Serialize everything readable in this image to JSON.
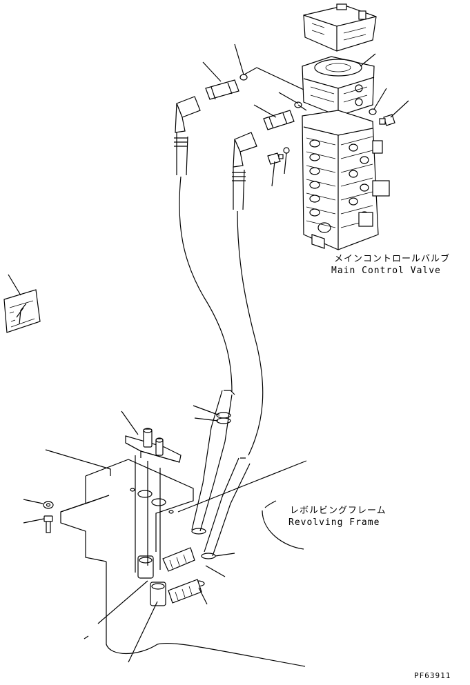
{
  "labels": {
    "main_valve_jp": "メインコントロールバルブ",
    "main_valve_en": "Main Control Valve",
    "frame_jp": "レボルビングフレーム",
    "frame_en": "Revolving Frame",
    "drawing_code": "PF63911"
  },
  "colors": {
    "line": "#000000",
    "background": "#ffffff"
  }
}
